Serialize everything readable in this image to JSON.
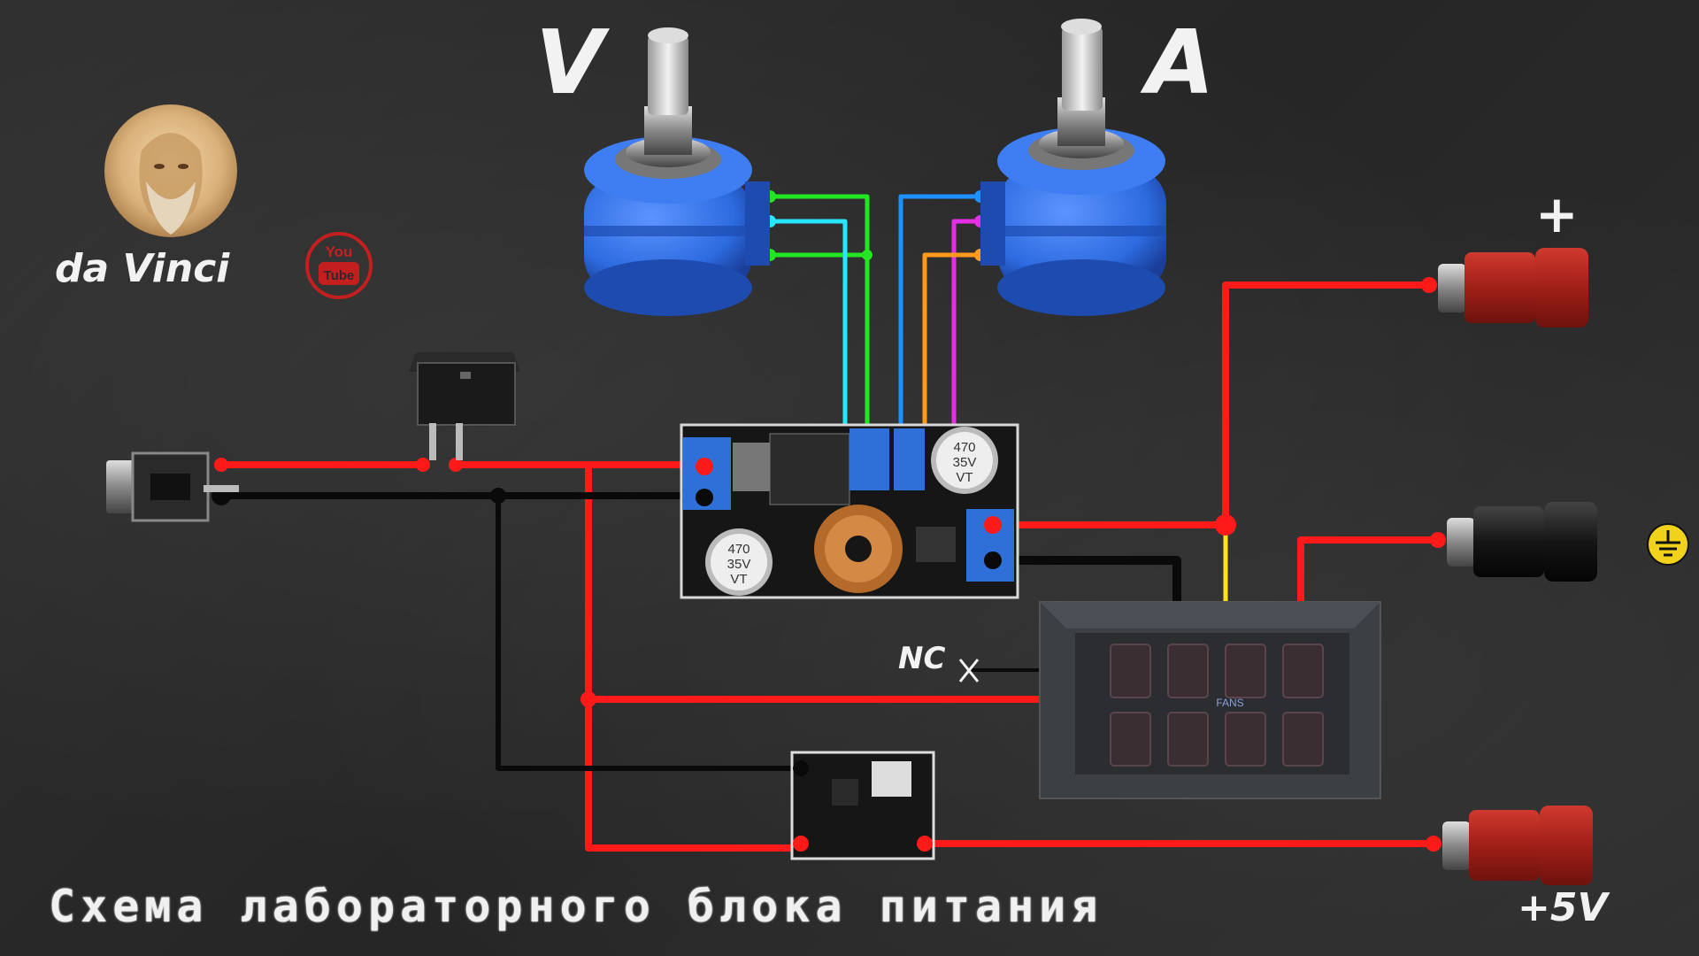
{
  "labels": {
    "pot_voltage": "V",
    "pot_current": "A",
    "plus": "+",
    "plus5v": "+5V",
    "nc": "NC",
    "logo_text": "da Vinci",
    "youtube_top": "You",
    "youtube_bottom": "Tube",
    "title": "Схема лабораторного блока питания"
  },
  "converter_board": {
    "cap_1_line1": "470",
    "cap_1_line2": "35V",
    "cap_1_line3": "VT",
    "cap_2_line1": "470",
    "cap_2_line2": "35V",
    "cap_2_line3": "VT"
  },
  "meter": {
    "logo": "FANS"
  },
  "colors": {
    "red_wire": "#ff1a1a",
    "black_wire": "#0a0a0a",
    "green_wire": "#22e622",
    "cyan_wire": "#29e6ff",
    "blue_wire": "#1e90ff",
    "magenta_wire": "#e62ee6",
    "orange_wire": "#ff9a1a",
    "yellow_wire": "#ffe21a",
    "pot_blue": "#2d6be0",
    "ground_symbol": "#f1d21a"
  }
}
